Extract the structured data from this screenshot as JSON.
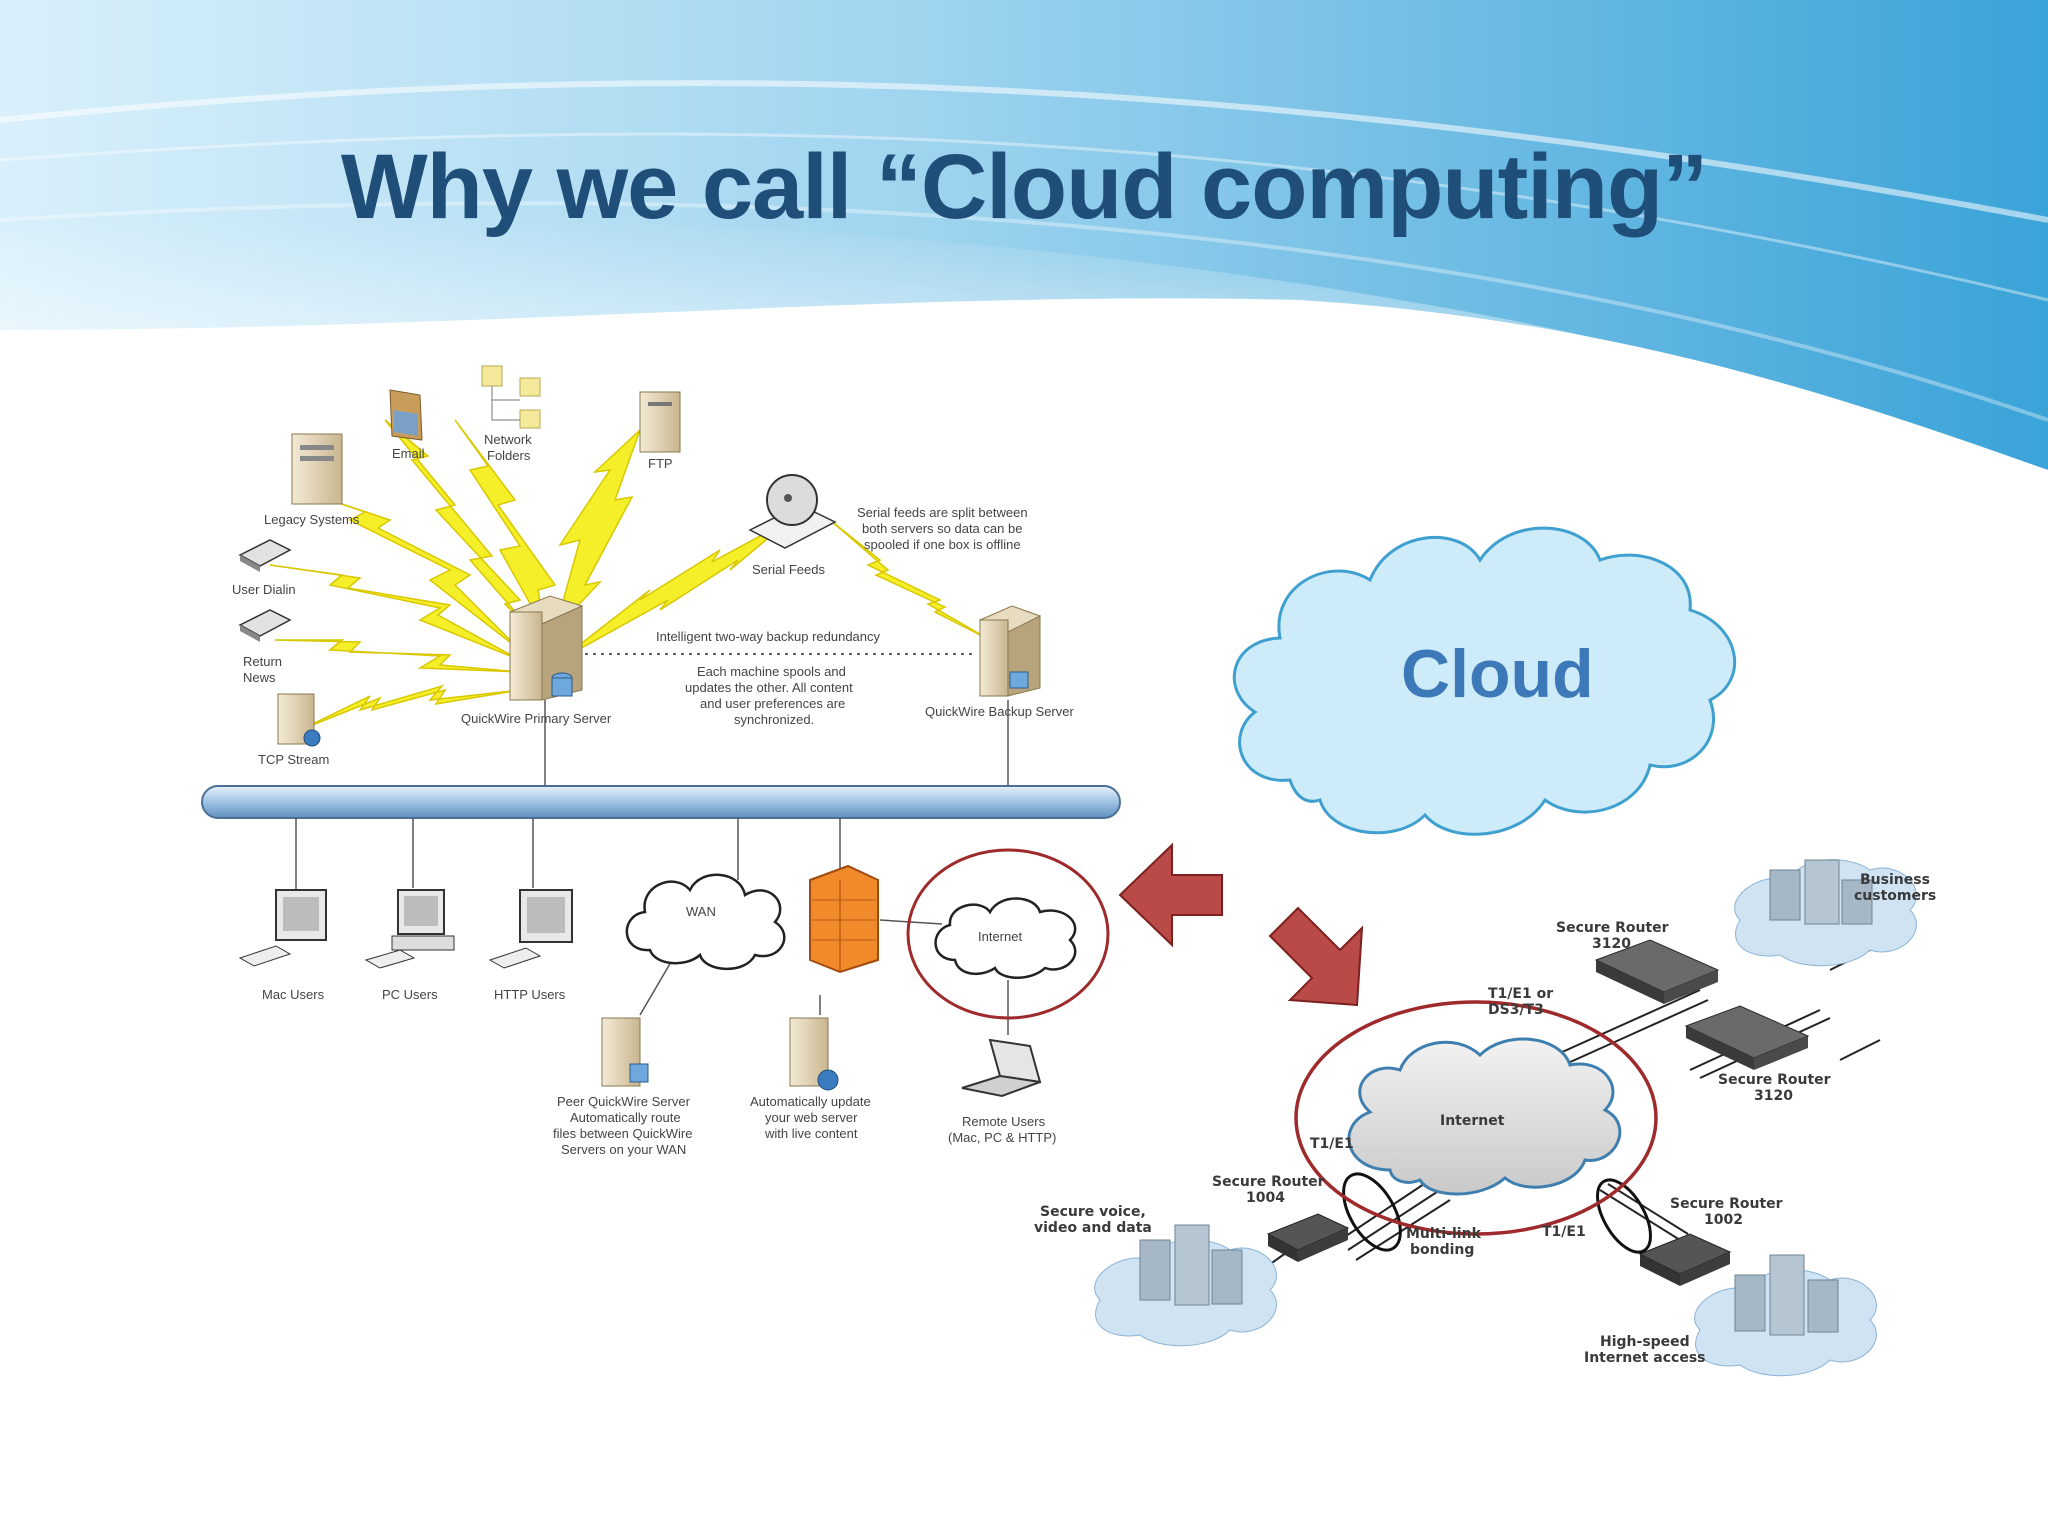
{
  "slide": {
    "title": "Why we call “Cloud computing”",
    "cloud_label": "Cloud"
  },
  "left_diagram": {
    "email": "Email",
    "network_folders": [
      "Network",
      "Folders"
    ],
    "ftp": "FTP",
    "legacy_systems": "Legacy Systems",
    "user_dialin": "User Dialin",
    "return_news": [
      "Return",
      "News"
    ],
    "tcp_stream": "TCP Stream",
    "serial_feeds": "Serial Feeds",
    "serial_note": [
      "Serial feeds are split between",
      "both servers so data can be",
      "spooled if one box is offline"
    ],
    "redundancy": "Intelligent two-way backup redundancy",
    "sync_note": [
      "Each machine spools and",
      "updates the other.  All content",
      "and user preferences are",
      "synchronized."
    ],
    "primary_server": "QuickWire Primary Server",
    "backup_server": "QuickWire Backup Server",
    "mac_users": "Mac Users",
    "pc_users": "PC Users",
    "http_users": "HTTP Users",
    "wan": "WAN",
    "internet": "Internet",
    "peer_note": [
      "Peer QuickWire Server",
      "Automatically route",
      "files between QuickWire",
      "Servers on your WAN"
    ],
    "update_note": [
      "Automatically update",
      "your web server",
      "with live content"
    ],
    "remote_users": [
      "Remote Users",
      "(Mac, PC & HTTP)"
    ]
  },
  "right_diagram": {
    "business_customers": [
      "Business",
      "customers"
    ],
    "router_top": [
      "Secure Router",
      "3120"
    ],
    "router_right": [
      "Secure Router",
      "3120"
    ],
    "router_1004": [
      "Secure Router",
      "1004"
    ],
    "router_1002": [
      "Secure Router",
      "1002"
    ],
    "t1_ds3": [
      "T1/E1 or",
      "DS3/T3"
    ],
    "internet": "Internet",
    "t1_left": "T1/E1",
    "t1_right": "T1/E1",
    "multilink": [
      "Multi-link",
      "bonding"
    ],
    "secure_voice": [
      "Secure voice,",
      "video and data"
    ],
    "highspeed": [
      "High-speed",
      "Internet access"
    ]
  },
  "colors": {
    "title": "#1f4e79",
    "cloud_fill": "#cdebf8",
    "cloud_text": "#3d79b8",
    "highlight_red": "#9e2a2b",
    "arrow_red": "#b94a48",
    "lightning": "#f4ef28"
  }
}
